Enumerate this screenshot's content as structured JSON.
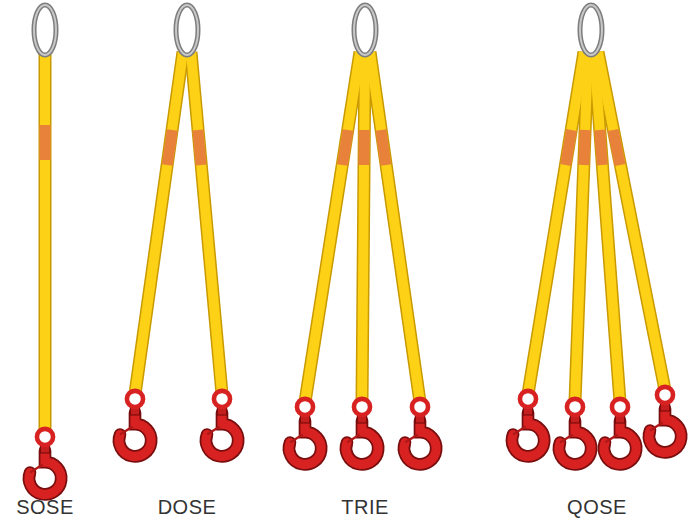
{
  "diagram": {
    "labels": [
      "SOSE",
      "DOSE",
      "TRIE",
      "QOSE"
    ]
  }
}
